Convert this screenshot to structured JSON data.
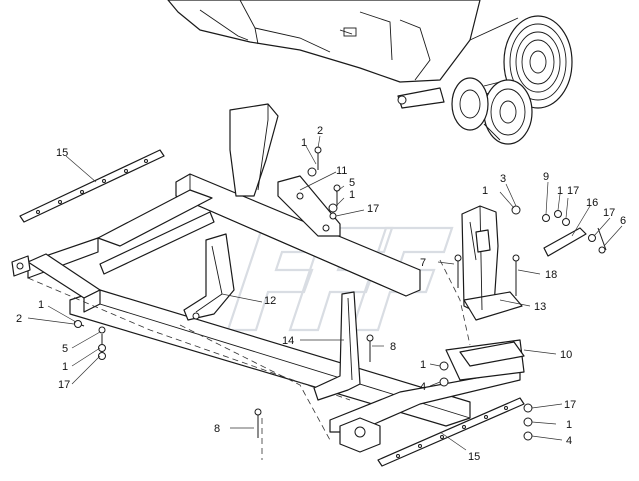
{
  "diagram": {
    "callouts": {
      "c15_top": "15",
      "c1_a": "1",
      "c2_a": "2",
      "c11": "11",
      "c5_a": "5",
      "c1_b": "1",
      "c17_a": "17",
      "c1_c": "1",
      "c3": "3",
      "c9": "9",
      "c1_d": "1",
      "c17_b": "17",
      "c16": "16",
      "c17_c": "17",
      "c6": "6",
      "c7": "7",
      "c18": "18",
      "c13": "13",
      "c12": "12",
      "c1_e": "1",
      "c2_b": "2",
      "c5_b": "5",
      "c1_f": "1",
      "c17_d": "17",
      "c14": "14",
      "c8_a": "8",
      "c10": "10",
      "c1_g": "1",
      "c4_a": "4",
      "c17_e": "17",
      "c1_h": "1",
      "c4_b": "4",
      "c8_b": "8",
      "c15_bottom": "15"
    }
  }
}
